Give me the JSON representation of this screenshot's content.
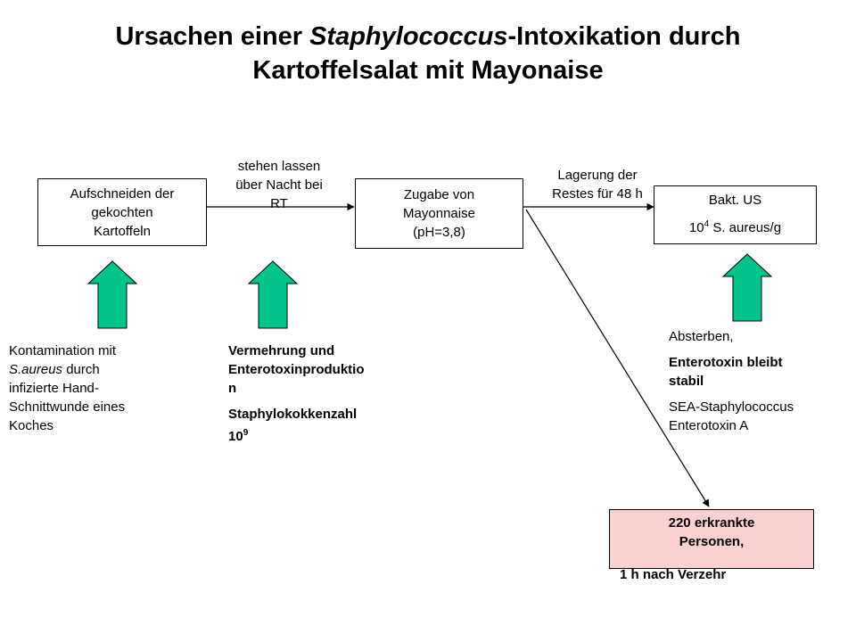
{
  "title": {
    "part1": "Ursachen einer ",
    "italic": "Staphylococcus",
    "part2": "-Intoxikation durch",
    "line2": "Kartoffelsalat mit Mayonaise"
  },
  "boxes": {
    "box1": [
      "Aufschneiden der",
      "gekochten",
      "Kartoffeln"
    ],
    "box2": [
      "Zugabe von",
      "Mayonnaise",
      "(pH=3,8)"
    ],
    "box3": {
      "line1": "Bakt. US",
      "line2_pre": "10",
      "line2_sup": "4",
      "line2_post": " S. aureus/g"
    },
    "box4": [
      "220 erkrankte",
      "Personen,",
      "1 h nach Verzehr"
    ]
  },
  "arrow_labels": {
    "a1": [
      "stehen lassen",
      "über Nacht bei",
      "RT"
    ],
    "a2": [
      "Lagerung der",
      "Restes für 48 h"
    ]
  },
  "notes": {
    "n1": {
      "l1": "Kontamination mit",
      "l2_italic": "S.aureus",
      "l2_rest": " durch",
      "l3": "infizierte Hand-",
      "l4": "Schnittwunde eines",
      "l5": "Koches"
    },
    "n2": {
      "l1": "Vermehrung und",
      "l2": "Enterotoxinproduktio",
      "l3": "n",
      "l4": "Staphylokokkenzahl",
      "l5_pre": "10",
      "l5_sup": "9"
    },
    "n3": {
      "l1": "Absterben,",
      "l2": "Enterotoxin bleibt",
      "l3": "stabil",
      "l4": "SEA-Staphylococcus",
      "l5": "Enterotoxin A"
    }
  },
  "colors": {
    "up_arrow_fill": "#00c489",
    "highlight_box": "#fbd0d0"
  }
}
